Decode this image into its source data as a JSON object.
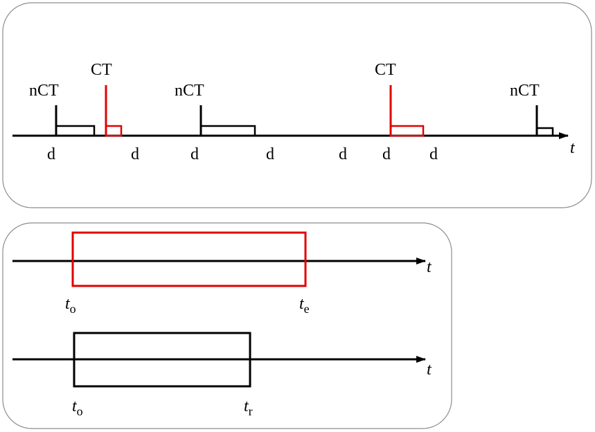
{
  "colors": {
    "ct": "#e00000",
    "nct": "#000000",
    "panel_border": "#8c8c8c"
  },
  "top_panel": {
    "axis_label": "t",
    "events": [
      {
        "type": "nCT",
        "label": "nCT"
      },
      {
        "type": "CT",
        "label": "CT"
      },
      {
        "type": "nCT",
        "label": "nCT"
      },
      {
        "type": "CT",
        "label": "CT"
      },
      {
        "type": "nCT",
        "label": "nCT"
      }
    ],
    "d_labels": [
      "d",
      "d",
      "d",
      "d",
      "d",
      "d",
      "d"
    ]
  },
  "bottom_panel": {
    "ct_row": {
      "axis_label": "t",
      "start_label": {
        "main": "t",
        "sub": "o"
      },
      "end_label": {
        "main": "t",
        "sub": "e"
      }
    },
    "nct_row": {
      "axis_label": "t",
      "start_label": {
        "main": "t",
        "sub": "o"
      },
      "end_label": {
        "main": "t",
        "sub": "r"
      }
    }
  }
}
